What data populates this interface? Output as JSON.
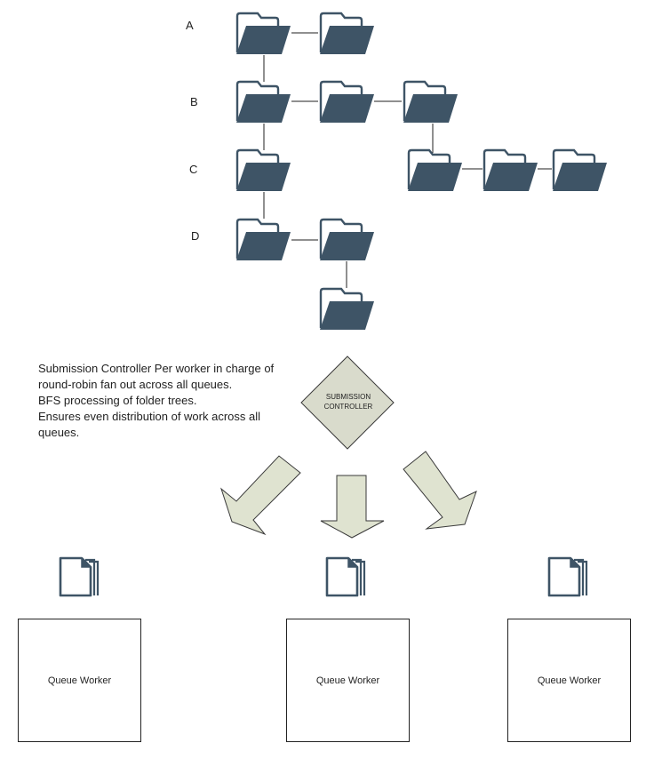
{
  "row_labels": [
    "A",
    "B",
    "C",
    "D"
  ],
  "description_lines": [
    "Submission Controller Per worker in charge of",
    "round-robin fan out across all queues.",
    "BFS processing of folder trees.",
    "Ensures even distribution of work across all",
    "queues."
  ],
  "controller": {
    "line1": "SUBMISSION",
    "line2": "CONTROLLER"
  },
  "workers": [
    "Queue Worker",
    "Queue Worker",
    "Queue Worker"
  ],
  "colors": {
    "folder": "#3e5466",
    "arrow_fill": "#dfe3d0",
    "diamond_fill": "#d9dbcc",
    "line": "#222222"
  }
}
